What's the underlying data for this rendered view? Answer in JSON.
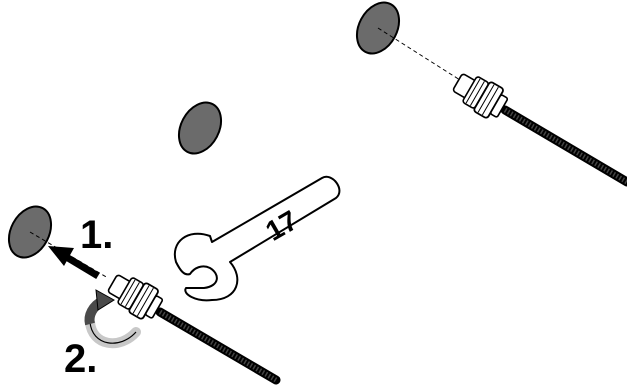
{
  "steps": {
    "step1": "1.",
    "step2": "2."
  },
  "wrench": {
    "size_label": "17"
  },
  "colors": {
    "cap_fill": "#6b6b6b",
    "outline": "#000000",
    "fitting_fill": "#ffffff",
    "rotate_arrow_light": "#c8c8c8",
    "rotate_arrow_dark": "#4a4a4a"
  },
  "icons": {
    "cap": "oval-plug-cap",
    "fitting": "threaded-connector",
    "arrow": "remove-direction-arrow",
    "rotate": "counter-clockwise-rotation-arrow",
    "tool": "open-end-wrench"
  }
}
